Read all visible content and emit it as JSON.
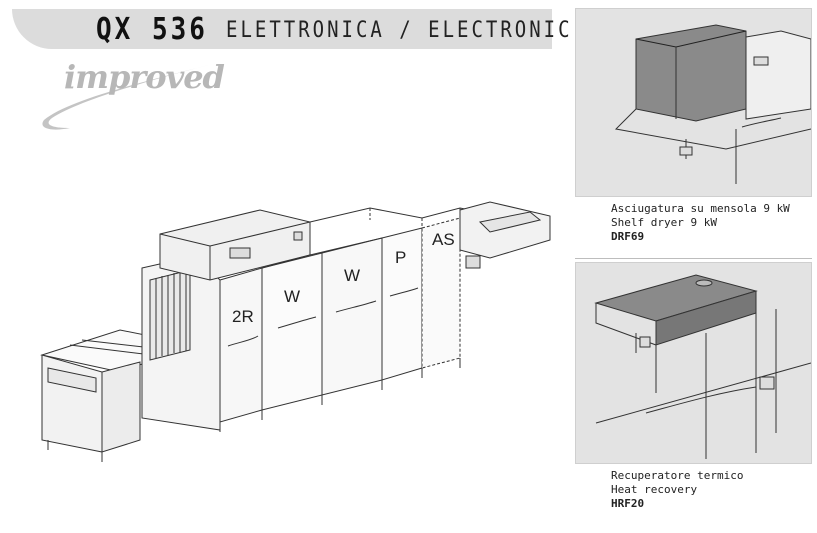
{
  "header": {
    "model": "QX 536",
    "subtitle": "ELETTRONICA / ELECTRONIC",
    "badge": "improved"
  },
  "machine": {
    "section_labels": [
      "2R",
      "W",
      "W",
      "P",
      "AS"
    ]
  },
  "options": [
    {
      "name_it": "Asciugatura su mensola 9 kW",
      "name_en": "Shelf dryer 9 kW",
      "code": "DRF69"
    },
    {
      "name_it": "Recuperatore termico",
      "name_en": "Heat recovery",
      "code": "HRF20"
    }
  ],
  "colors": {
    "panel_bg": "#e3e3e3",
    "header_band": "#dcdcdc",
    "logo_grey": "#b7b7b7"
  }
}
